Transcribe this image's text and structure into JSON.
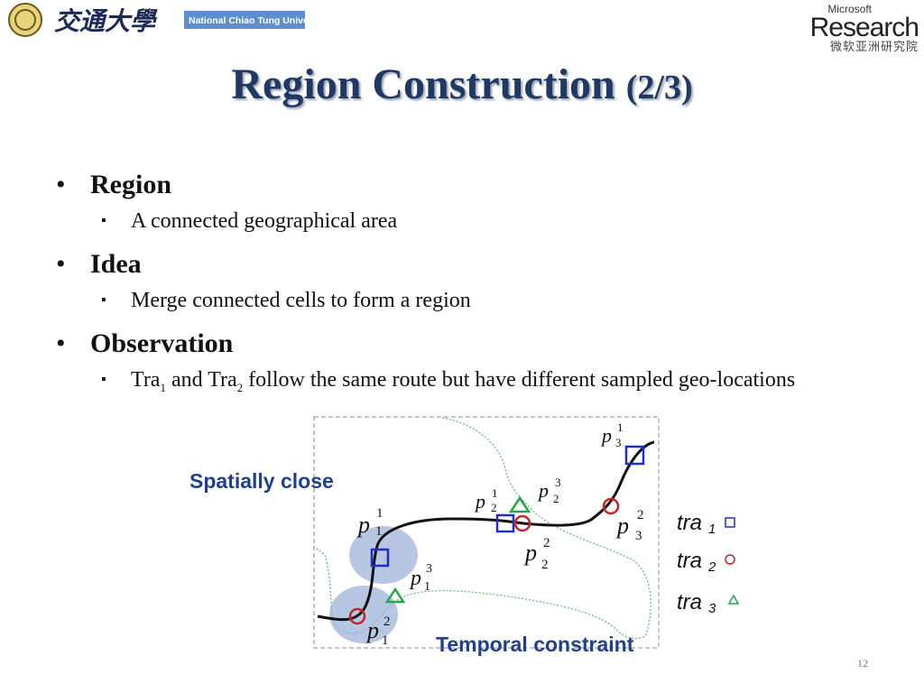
{
  "header": {
    "university_logo_text": "National Chiao Tung University",
    "ms_small": "Microsoft",
    "ms_big": "Research",
    "ms_cn": "微软亚洲研究院"
  },
  "slide": {
    "title_main": "Region Construction",
    "title_sub": "(2/3)",
    "page_number": "12"
  },
  "bullets": {
    "region": "Region",
    "region_sub": "A connected geographical area",
    "idea": "Idea",
    "idea_sub": "Merge connected cells to form a region",
    "observation": "Observation",
    "obs_tra1": "Tra",
    "obs_sub1": "1",
    "obs_mid": " and Tra",
    "obs_sub2": "2",
    "obs_rest": " follow the same route but have different sampled geo-locations"
  },
  "diagram": {
    "label_spatial": "Spatially close",
    "label_temporal": "Temporal constraint",
    "p": "p",
    "legend": [
      {
        "name": "tra",
        "sub": "1",
        "marker": "square",
        "color": "#1f2fbf"
      },
      {
        "name": "tra",
        "sub": "2",
        "marker": "circle",
        "color": "#c0262a"
      },
      {
        "name": "tra",
        "sub": "3",
        "marker": "triangle",
        "color": "#22a84a"
      }
    ],
    "points": {
      "p11": {
        "sub": "1",
        "sup": "1"
      },
      "p12": {
        "sub": "1",
        "sup": "2"
      },
      "p13": {
        "sub": "1",
        "sup": "3"
      },
      "p21": {
        "sub": "2",
        "sup": "1"
      },
      "p22": {
        "sub": "2",
        "sup": "2"
      },
      "p23": {
        "sub": "2",
        "sup": "3"
      },
      "p31": {
        "sub": "3",
        "sup": "1"
      },
      "p32": {
        "sub": "3",
        "sup": "2"
      }
    },
    "colors": {
      "square": "#1f2fbf",
      "circle": "#c0262a",
      "triangle": "#22a84a",
      "label_blue": "#1f3f8f",
      "region_fill": "#9db3d9"
    }
  }
}
